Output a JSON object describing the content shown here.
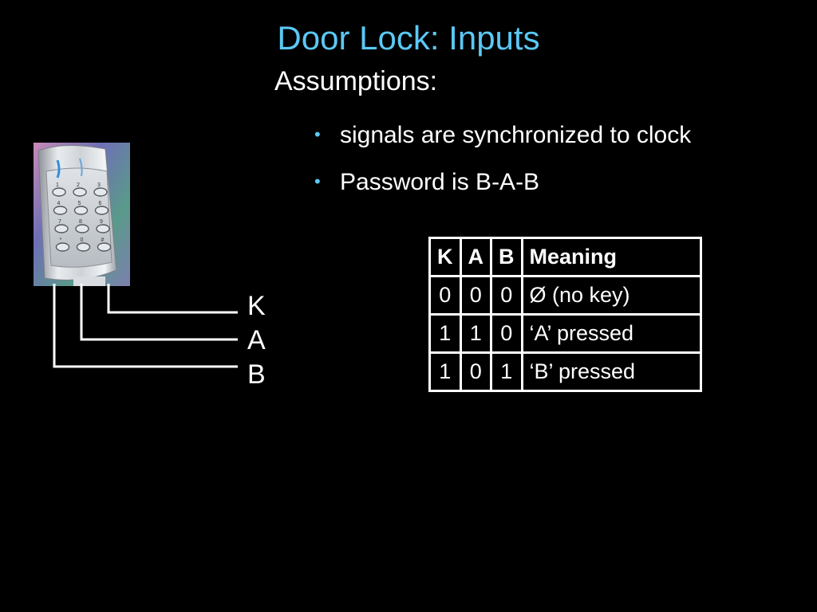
{
  "slide": {
    "title": "Door Lock: Inputs",
    "subtitle": "Assumptions:",
    "bullets": [
      "signals are synchronized to clock",
      "Password is B-A-B"
    ]
  },
  "signals": [
    "K",
    "A",
    "B"
  ],
  "keypad_keys": [
    "1",
    "2",
    "3",
    "4",
    "5",
    "6",
    "7",
    "8",
    "9",
    "*",
    "0",
    "#"
  ],
  "table": {
    "headers": [
      "K",
      "A",
      "B",
      "Meaning"
    ],
    "rows": [
      [
        "0",
        "0",
        "0",
        "Ø  (no key)"
      ],
      [
        "1",
        "1",
        "0",
        "‘A’ pressed"
      ],
      [
        "1",
        "0",
        "1",
        "‘B’ pressed"
      ]
    ]
  },
  "colors": {
    "title": "#5bc8f5",
    "background": "#000000",
    "text": "#ffffff"
  },
  "icons": {
    "bullet": "bullet-dot-icon",
    "keypad": "keypad-image"
  }
}
